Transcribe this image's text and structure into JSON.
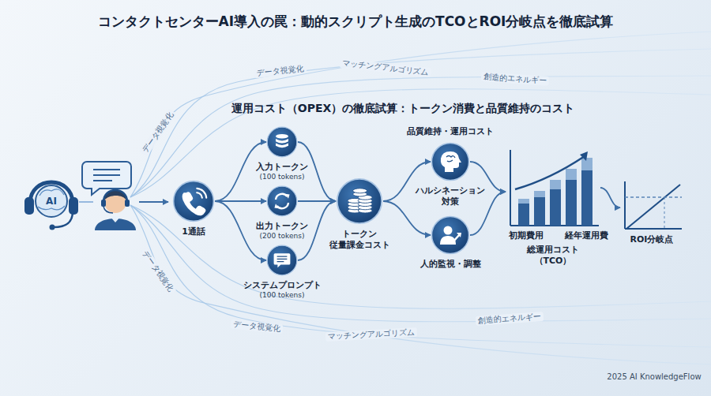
{
  "diagram": {
    "title": "コンタクトセンターAI導入の罠：動的スクリプト生成のTCOとROI分岐点を徹底試算",
    "nodes": [
      {
        "text": [
          "1通話"
        ]
      },
      {
        "text": [
          "入力トークン",
          "(100 tokens)"
        ]
      },
      {
        "text": [
          "出力トークン",
          "(200 tokens)"
        ]
      },
      {
        "text": [
          "システムプロンプト",
          "(100 tokens)"
        ]
      },
      {
        "text": [
          "トークン 従量課金コスト"
        ]
      },
      {
        "text": [
          "ハルシネーション 対策"
        ]
      },
      {
        "text": [
          "人的監視・調整"
        ]
      },
      {
        "text": [
          "初期費用",
          "経年運用費",
          "総運用コスト（TCO）"
        ]
      },
      {
        "text": [
          "ROI分岐点"
        ]
      }
    ],
    "edges": [
      {
        "from": 0,
        "to": 1,
        "arrow": "to"
      },
      {
        "from": 0,
        "to": 2,
        "arrow": "to"
      },
      {
        "from": 0,
        "to": 3,
        "arrow": "to"
      },
      {
        "from": 1,
        "to": 4,
        "arrow": "to"
      },
      {
        "from": 2,
        "to": 4,
        "arrow": "to"
      },
      {
        "from": 3,
        "to": 4,
        "arrow": "to"
      },
      {
        "from": 4,
        "to": 5,
        "arrow": "to"
      },
      {
        "from": 4,
        "to": 6,
        "arrow": "to"
      },
      {
        "from": 5,
        "to": 7,
        "arrow": "to"
      },
      {
        "from": 6,
        "to": 7,
        "arrow": "to"
      },
      {
        "from": 7,
        "to": 8,
        "arrow": "to"
      }
    ],
    "labels": [
      "データ視覚化",
      "マッチングアルゴリズム",
      "創造的エネルギー",
      "運用コスト（OPEX）の徹底試算：トークン消費と品質維持のコスト",
      "データ視覚化",
      "品質維持・運用コスト",
      "AI",
      "データ視覚化",
      "データ視覚化",
      "マッチングアルゴリズム",
      "創造的エネルギー",
      "2025 AI KnowledgeFlow"
    ]
  }
}
